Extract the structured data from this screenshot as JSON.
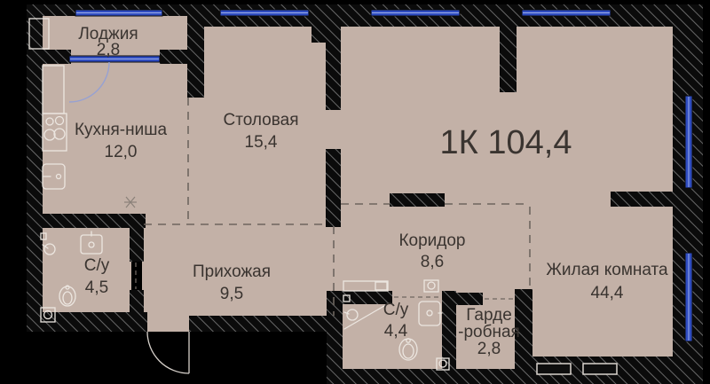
{
  "title": "1К 104,4",
  "colors": {
    "floor": "#c3b1a7",
    "wall": "#0b0b0b",
    "outside": "#000000",
    "window": "#2f4cc0",
    "dash": "#6e665f",
    "text": "#3a3430",
    "fixture": "#ece6e0"
  },
  "rooms": {
    "loggia": {
      "name": "Лоджия",
      "area": "2,8"
    },
    "kitchen": {
      "name": "Кухня-ниша",
      "area": "12,0"
    },
    "dining": {
      "name": "Столовая",
      "area": "15,4"
    },
    "bath1": {
      "name": "С/у",
      "area": "4,5"
    },
    "hallway": {
      "name": "Прихожая",
      "area": "9,5"
    },
    "corridor": {
      "name": "Коридор",
      "area": "8,6"
    },
    "bath2": {
      "name": "С/у",
      "area": "4,4"
    },
    "wardrobe": {
      "name_line1": "Гарде",
      "name_line2": "-робная",
      "area": "2,8"
    },
    "living": {
      "name": "Жилая комната",
      "area": "44,4"
    }
  }
}
